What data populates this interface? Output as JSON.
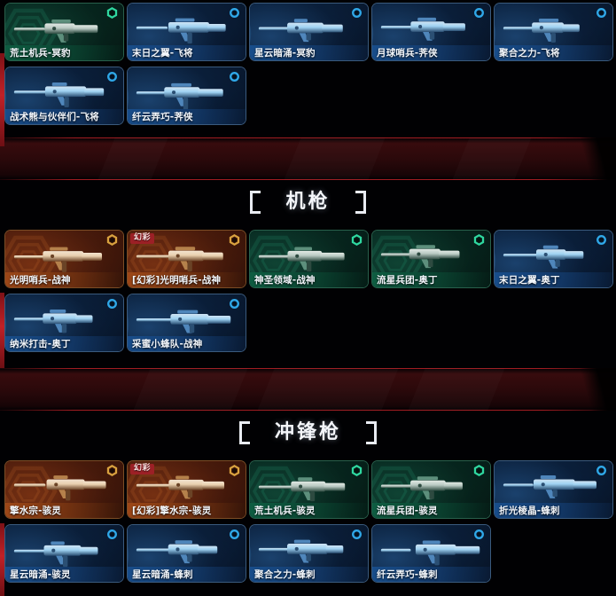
{
  "page": {
    "background_color": "#010103",
    "accent_rail_color": "#c02127",
    "divider_color": "#2c090b"
  },
  "sections": [
    {
      "id": "sniper",
      "header_visible": false,
      "title": "",
      "items": [
        {
          "label": "荒土机兵-冥豹",
          "rarity": "green",
          "badge": "hex-ring-icon",
          "tag": null
        },
        {
          "label": "末日之翼-飞将",
          "rarity": "blue",
          "badge": "circle-ring-icon",
          "tag": null
        },
        {
          "label": "星云暗涌-冥豹",
          "rarity": "blue",
          "badge": "circle-ring-icon",
          "tag": null
        },
        {
          "label": "月球哨兵-荠侠",
          "rarity": "blue",
          "badge": "circle-ring-icon",
          "tag": null
        },
        {
          "label": "聚合之力-飞将",
          "rarity": "blue",
          "badge": "circle-ring-icon",
          "tag": null
        },
        {
          "label": "战术熊与伙伴们-飞将",
          "rarity": "blue",
          "badge": "circle-ring-icon",
          "tag": null
        },
        {
          "label": "纤云弄巧-荠侠",
          "rarity": "blue",
          "badge": "circle-ring-icon",
          "tag": null
        }
      ]
    },
    {
      "id": "machine-gun",
      "header_visible": true,
      "title": "机枪",
      "items": [
        {
          "label": "光明哨兵-战神",
          "rarity": "orange",
          "badge": "hex-ring-gold-icon",
          "tag": null
        },
        {
          "label": "[幻彩]光明哨兵-战神",
          "rarity": "orange",
          "badge": "hex-ring-gold-icon",
          "tag": "幻彩"
        },
        {
          "label": "神圣领域-战神",
          "rarity": "green",
          "badge": "hex-ring-icon",
          "tag": null
        },
        {
          "label": "流星兵团-奥丁",
          "rarity": "green",
          "badge": "hex-ring-icon",
          "tag": null
        },
        {
          "label": "末日之翼-奥丁",
          "rarity": "blue",
          "badge": "circle-ring-icon",
          "tag": null
        },
        {
          "label": "纳米打击-奥丁",
          "rarity": "blue",
          "badge": "circle-ring-icon",
          "tag": null
        },
        {
          "label": "采蜜小蜂队-战神",
          "rarity": "blue",
          "badge": "circle-ring-icon",
          "tag": null
        }
      ]
    },
    {
      "id": "submachine-gun",
      "header_visible": true,
      "title": "冲锋枪",
      "items": [
        {
          "label": "擎水宗-骇灵",
          "rarity": "orange",
          "badge": "hex-ring-gold-icon",
          "tag": null
        },
        {
          "label": "[幻彩]擎水宗-骇灵",
          "rarity": "orange",
          "badge": "hex-ring-gold-icon",
          "tag": "幻彩"
        },
        {
          "label": "荒土机兵-骇灵",
          "rarity": "green",
          "badge": "hex-ring-icon",
          "tag": null
        },
        {
          "label": "流星兵团-骇灵",
          "rarity": "green",
          "badge": "hex-ring-icon",
          "tag": null
        },
        {
          "label": "折光棱晶-蜂刺",
          "rarity": "blue",
          "badge": "circle-ring-icon",
          "tag": null
        },
        {
          "label": "星云暗涌-骇灵",
          "rarity": "blue",
          "badge": "circle-ring-icon",
          "tag": null
        },
        {
          "label": "星云暗涌-蜂刺",
          "rarity": "blue",
          "badge": "circle-ring-icon",
          "tag": null
        },
        {
          "label": "聚合之力-蜂刺",
          "rarity": "blue",
          "badge": "circle-ring-icon",
          "tag": null
        },
        {
          "label": "纤云弄巧-蜂刺",
          "rarity": "blue",
          "badge": "circle-ring-icon",
          "tag": null
        }
      ]
    }
  ]
}
